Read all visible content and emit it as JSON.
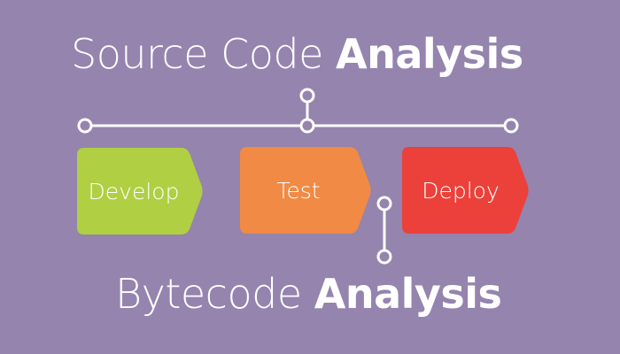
{
  "titles": {
    "top": {
      "light": "Source Code ",
      "bold": "Analysis"
    },
    "bottom": {
      "light": "Bytecode ",
      "bold": "Analysis"
    }
  },
  "stages": [
    {
      "label": "Develop",
      "color": "#b0cf42"
    },
    {
      "label": "Test",
      "color": "#f08a44"
    },
    {
      "label": "Deploy",
      "color": "#ec403a"
    }
  ],
  "colors": {
    "background": "#9484ae",
    "line": "#ffffff"
  }
}
